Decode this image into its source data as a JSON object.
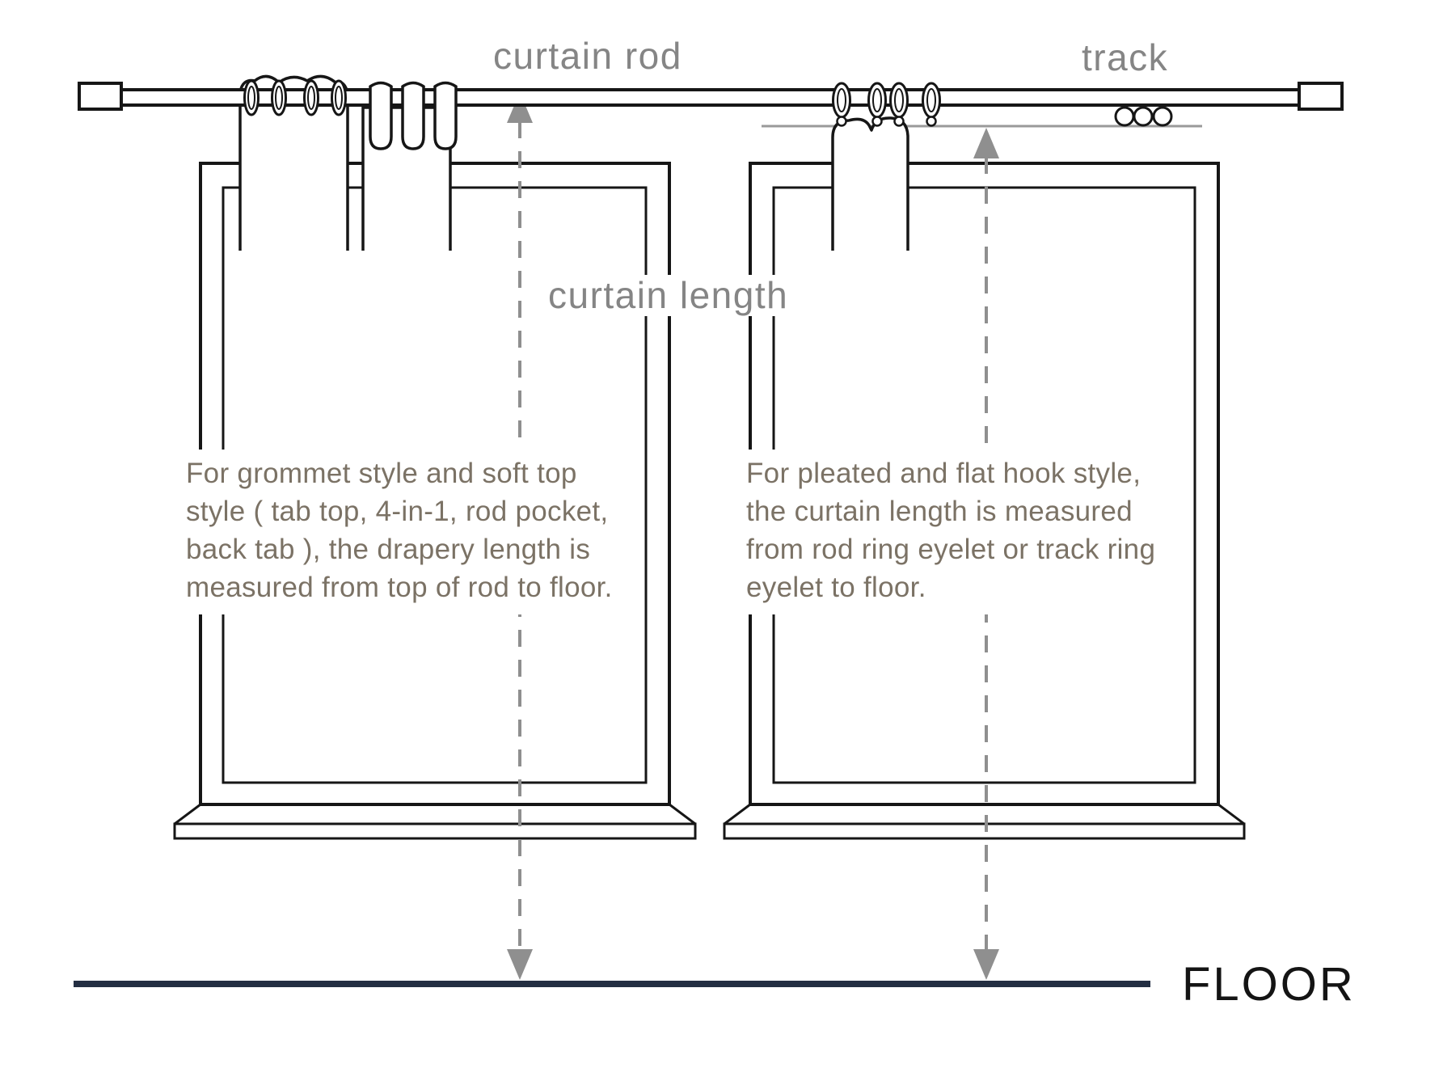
{
  "diagram": {
    "title": "curtain measuring diagram",
    "labels": {
      "rod": "curtain rod",
      "track": "track",
      "length": "curtain length",
      "floor": "FLOOR"
    },
    "notes": {
      "left": {
        "lines": [
          "For grommet style and soft top",
          "style ( tab top, 4-in-1, rod pocket,",
          "back tab ), the drapery length is",
          "measured from top of rod to floor."
        ]
      },
      "right": {
        "lines": [
          "For pleated and flat hook style,",
          "the curtain length is measured",
          "from rod ring eyelet or track ring",
          "eyelet to floor."
        ]
      }
    },
    "colors": {
      "line_art": "#161616",
      "label_gray": "#858585",
      "note_text": "#7b7265",
      "arrow_gray": "#8f8f8f",
      "track_line_gray": "#9a9a9a",
      "floor_line_navy": "#232e42"
    }
  }
}
